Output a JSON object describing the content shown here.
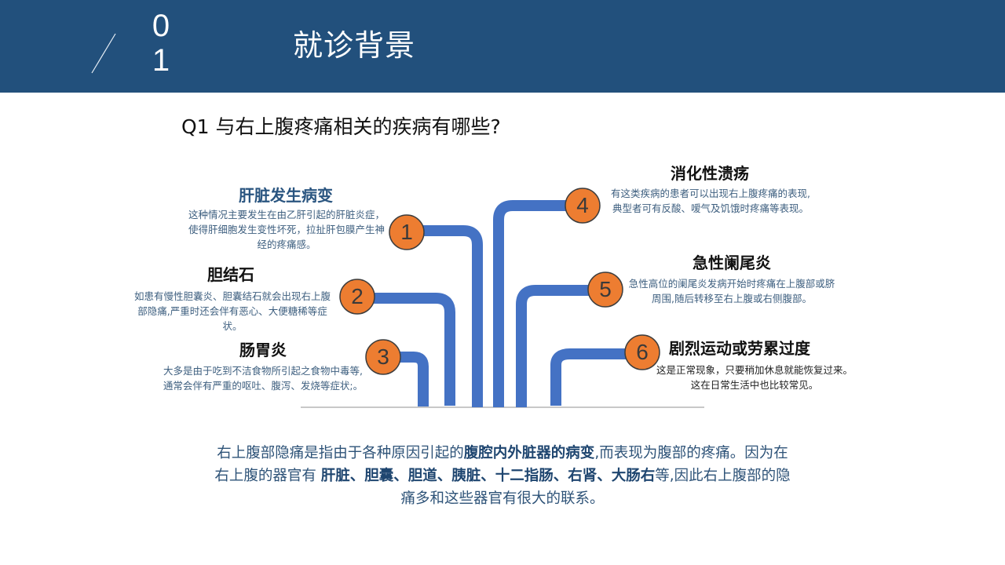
{
  "header": {
    "section_number_top": "0",
    "section_number_bottom": "1",
    "title": "就诊背景",
    "background_color": "#22507c"
  },
  "question": "Q1 与右上腹疼痛相关的疾病有哪些?",
  "diagram": {
    "pipe_color": "#4472c4",
    "circle_color": "#ed7d31",
    "items": [
      {
        "number": "1",
        "title": "肝脏发生病变",
        "description": "这种情况主要发生在由乙肝引起的肝脏炎症，使得肝细胞发生变性坏死，拉扯肝包膜产生神经的疼痛感。"
      },
      {
        "number": "2",
        "title": "胆结石",
        "description": "如患有慢性胆囊炎、胆囊结石就会出现右上腹部隐痛,严重时还会伴有恶心、大便糖稀等症状。"
      },
      {
        "number": "3",
        "title": "肠胃炎",
        "description": "大多是由于吃到不洁食物所引起之食物中毒等,通常会伴有严重的呕吐、腹泻、发烧等症状;。"
      },
      {
        "number": "4",
        "title": "消化性溃疡",
        "description": "有这类疾病的患者可以出现右上腹疼痛的表现,典型者可有反酸、嗳气及饥饿时疼痛等表现。"
      },
      {
        "number": "5",
        "title": "急性阑尾炎",
        "description": "急性高位的阑尾炎发病开始时疼痛在上腹部或脐周围,随后转移至右上腹或右侧腹部。"
      },
      {
        "number": "6",
        "title": "剧烈运动或劳累过度",
        "description": "这是正常现象，只要稍加休息就能恢复过来。这在日常生活中也比较常见。"
      }
    ]
  },
  "summary": {
    "part1": "右上腹部隐痛是指由于各种原因引起的",
    "bold1": "腹腔内外脏器的病变",
    "part2": ",而表现为腹部的疼痛。因为在右上腹的器官有 ",
    "bold2": "肝脏、胆囊、胆道、胰脏、十二指肠、右肾、大肠右",
    "part3": "等,因此右上腹部的隐痛多和这些器官有很大的联系。"
  }
}
